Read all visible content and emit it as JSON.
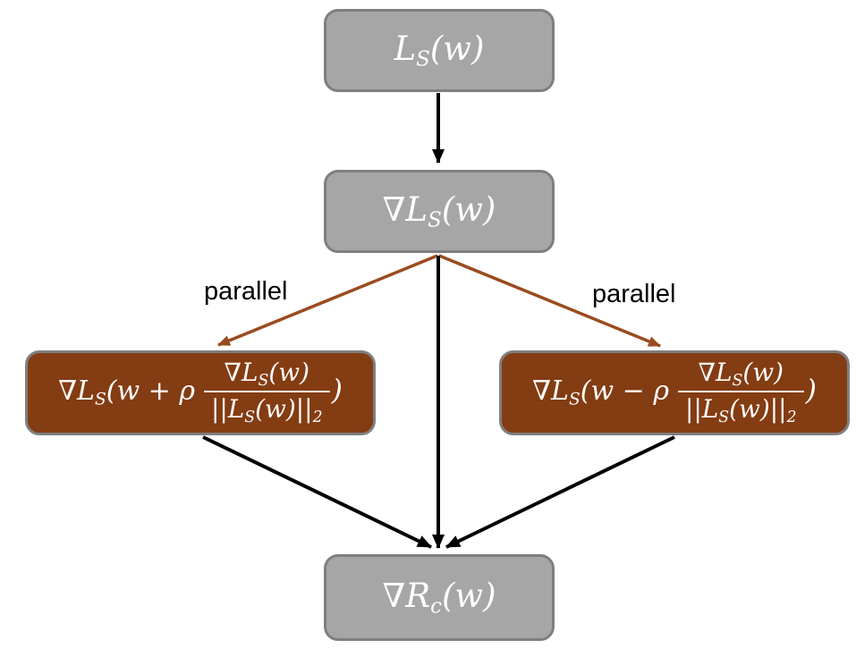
{
  "colors": {
    "canvas_bg": "#FFFFFF",
    "gray_fill": "#A6A6A6",
    "box_border": "#7F7F7F",
    "brown_fill": "#843C12",
    "brown_arrow": "#9A4B20",
    "black_arrow": "#000000",
    "text_white": "#FFFFFF",
    "label_text": "#000000"
  },
  "nodes": {
    "loss": {
      "main": "L",
      "sub": "S",
      "rest": "(w)"
    },
    "grad_loss": {
      "main": "∇L",
      "sub": "S",
      "rest": "(w)"
    },
    "grad_plus": {
      "pre_main": "∇L",
      "pre_sub": "S",
      "pre_rest": "(w + ρ",
      "num_main": "∇L",
      "num_sub": "S",
      "num_rest": "(w)",
      "den_main": "||L",
      "den_sub": "S",
      "den_rest": "(w)||",
      "den_sub2": "2",
      "suffix": ")"
    },
    "grad_minus": {
      "pre_main": "∇L",
      "pre_sub": "S",
      "pre_rest": "(w − ρ",
      "num_main": "∇L",
      "num_sub": "S",
      "num_rest": "(w)",
      "den_main": "||L",
      "den_sub": "S",
      "den_rest": "(w)||",
      "den_sub2": "2",
      "suffix": ")"
    },
    "grad_rc": {
      "main": "∇R",
      "sub": "c",
      "rest": "(w)"
    }
  },
  "labels": {
    "parallel_left": "parallel",
    "parallel_right": "parallel"
  },
  "edges": [
    {
      "from": "loss",
      "to": "grad_loss",
      "style": "black"
    },
    {
      "from": "grad_loss",
      "to": "grad_plus",
      "style": "brown",
      "label": "parallel"
    },
    {
      "from": "grad_loss",
      "to": "grad_minus",
      "style": "brown",
      "label": "parallel"
    },
    {
      "from": "grad_loss",
      "to": "grad_rc",
      "style": "black"
    },
    {
      "from": "grad_plus",
      "to": "grad_rc",
      "style": "black"
    },
    {
      "from": "grad_minus",
      "to": "grad_rc",
      "style": "black"
    }
  ]
}
